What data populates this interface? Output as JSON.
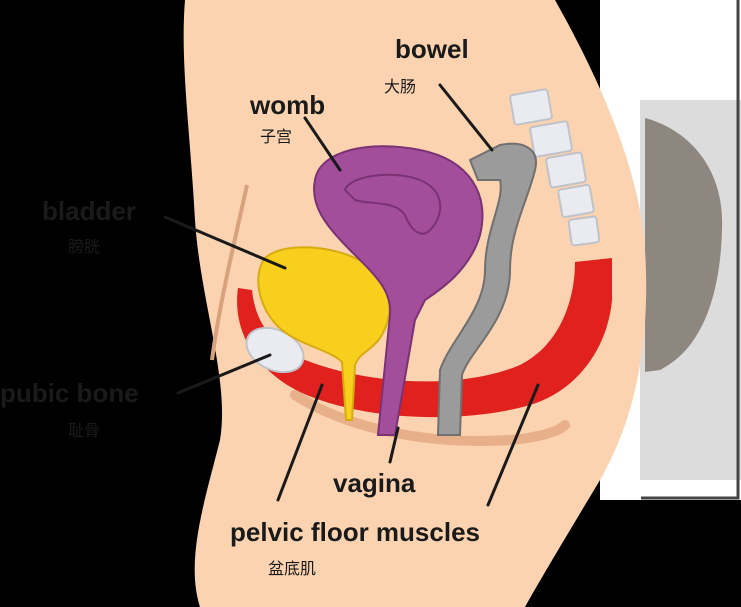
{
  "labels": {
    "bowel": {
      "en": "bowel",
      "zh": "大肠"
    },
    "womb": {
      "en": "womb",
      "zh": "子宫"
    },
    "bladder": {
      "en": "bladder",
      "zh": "膀胱"
    },
    "pubic_bone": {
      "en": "pubic bone",
      "zh": "耻骨"
    },
    "vagina": {
      "en": "vagina"
    },
    "pelvic_floor": {
      "en": "pelvic floor muscles",
      "zh": "盆底肌"
    }
  },
  "colors": {
    "background": "#000000",
    "skin": "#fbd3b0",
    "skin_edge": "#d9a27e",
    "womb": "#a34e9b",
    "bladder": "#f7cf1c",
    "bowel": "#9b9b9b",
    "muscle": "#e0211e",
    "bone": "#e9ebf0",
    "photo_frame": "#ffffff",
    "photo_bg": "#dcdcdc",
    "photo_object": "#8d8780"
  }
}
